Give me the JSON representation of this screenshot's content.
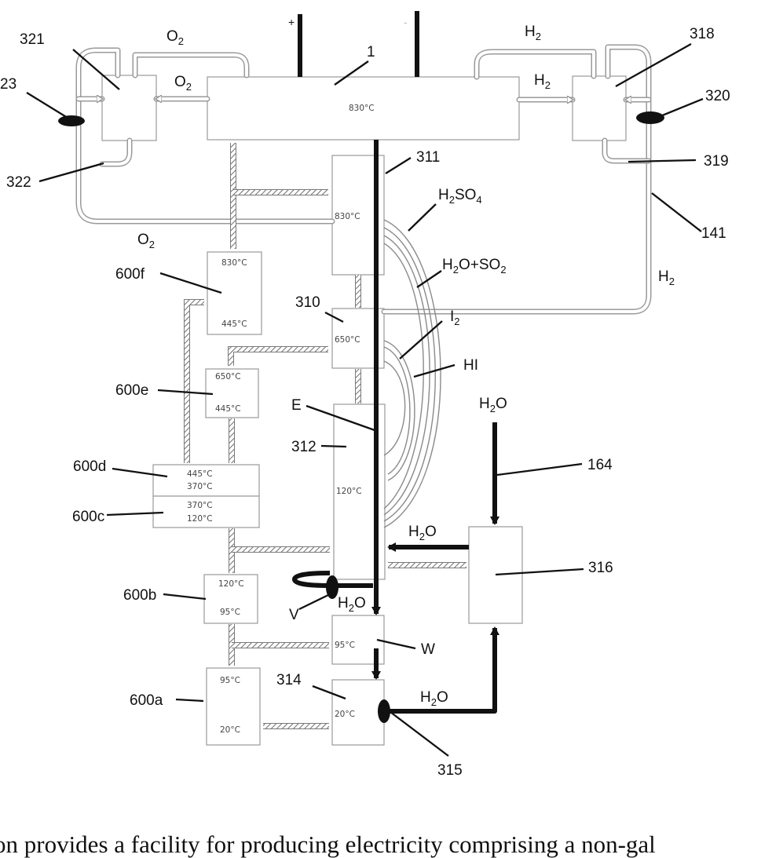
{
  "figure": {
    "reference_numerals": {
      "n1": "1",
      "n321": "321",
      "n23": "23",
      "n322": "322",
      "n318": "318",
      "n320": "320",
      "n319": "319",
      "n311": "311",
      "n141": "141",
      "n310": "310",
      "n312": "312",
      "n164": "164",
      "n316": "316",
      "n314": "314",
      "n315": "315",
      "n600f": "600f",
      "n600e": "600e",
      "n600d": "600d",
      "n600c": "600c",
      "n600b": "600b",
      "n600a": "600a",
      "E": "E",
      "V": "V",
      "W": "W",
      "plus": "+",
      "minus": "-"
    },
    "species": {
      "O": "O",
      "H": "H",
      "sub2": "2",
      "SO": "SO",
      "sub4": "4",
      "H2O_HO": "H",
      "H2O_O": "O",
      "plus_SO": "+SO",
      "I": "I",
      "HI": "HI"
    },
    "temperatures": {
      "electrolyzer": "830°C",
      "r311": "830°C",
      "r310": "650°C",
      "r312": "120°C",
      "w": "95°C",
      "r314": "20°C",
      "f_top": "830°C",
      "f_bot": "445°C",
      "e_top": "650°C",
      "e_bot": "445°C",
      "d_top": "445°C",
      "d_bot": "370°C",
      "c_top": "370°C",
      "c_bot": "120°C",
      "b_top": "120°C",
      "b_bot": "95°C",
      "a_top": "95°C",
      "a_bot": "20°C"
    }
  },
  "caption": {
    "text": "on provides a facility for producing electricity comprising a non-gal"
  }
}
